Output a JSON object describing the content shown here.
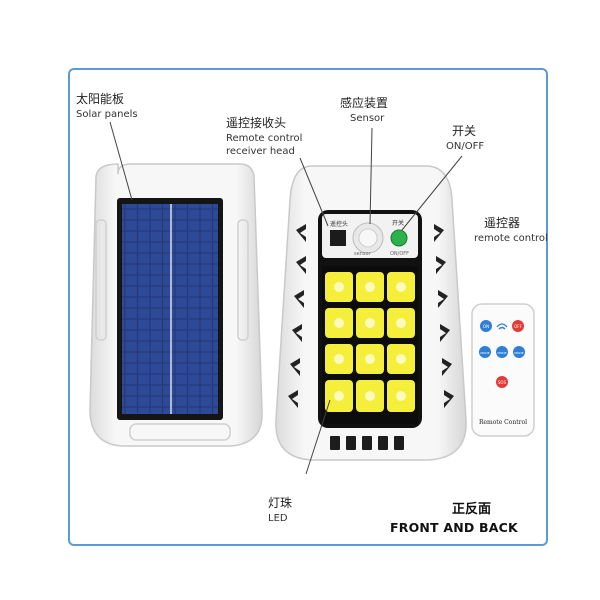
{
  "labels": {
    "solar_cn": "太阳能板",
    "solar_en": "Solar panels",
    "receiver_cn": "遥控接收头",
    "receiver_en_1": "Remote control",
    "receiver_en_2": "receiver head",
    "sensor_cn": "感应装置",
    "sensor_en": "Sensor",
    "switch_cn": "开关",
    "switch_en": "ON/OFF",
    "remote_cn": "遥控器",
    "remote_en": "remote control",
    "led_cn": "灯珠",
    "led_en": "LED"
  },
  "panel_text": {
    "receiver_tag": "遥控头",
    "switch_tag": "开关",
    "sensor_tag": "sensor",
    "switch_tag_en": "ON/OFF"
  },
  "remote": {
    "on": "ON",
    "off": "OFF",
    "mode_1": "MODE",
    "mode_2": "MODE",
    "mode_3": "MODE",
    "sos": "SOS",
    "brand": "Remote Control"
  },
  "caption": {
    "cn": "正反面",
    "en": "FRONT AND BACK"
  },
  "colors": {
    "frame": "#5b9bd5",
    "led": "#f5ee3a",
    "switch": "#2bb24a",
    "remote_blue": "#2f7fd6",
    "remote_red": "#e53935"
  }
}
